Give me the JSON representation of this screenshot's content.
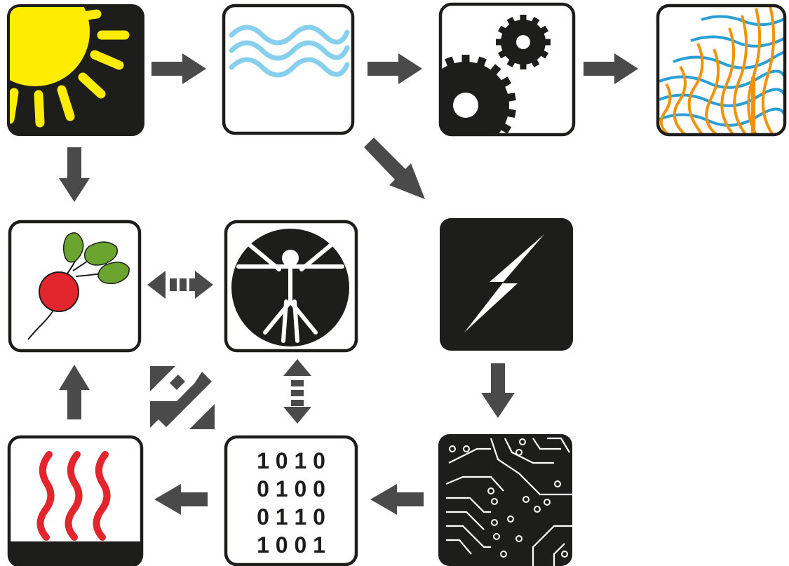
{
  "nodes": [
    {
      "id": "sun",
      "icon": "sun-icon"
    },
    {
      "id": "water",
      "icon": "water-waves-icon"
    },
    {
      "id": "gears",
      "icon": "gears-icon"
    },
    {
      "id": "fabric",
      "icon": "woven-fabric-icon"
    },
    {
      "id": "radish",
      "icon": "radish-icon"
    },
    {
      "id": "human",
      "icon": "vitruvian-man-icon"
    },
    {
      "id": "electricity",
      "icon": "lightning-bolt-icon"
    },
    {
      "id": "heat",
      "icon": "heat-waves-icon"
    },
    {
      "id": "binary",
      "icon": "binary-code-icon"
    },
    {
      "id": "circuit",
      "icon": "circuit-board-icon"
    }
  ],
  "binary_rows": [
    "1 0 1 0",
    "0 1 0 0",
    "0 1 1 0",
    "1 0 0 1"
  ],
  "colors": {
    "frame": "#1d1d1b",
    "arrow": "#4a4a4a",
    "sun": "#ffed00",
    "water": "#86d0ee",
    "fabric_warp": "#f39200",
    "fabric_weft": "#2a9fd6",
    "radish_root": "#e3262e",
    "radish_leaf": "#6ba42e",
    "heat": "#e3262e"
  }
}
